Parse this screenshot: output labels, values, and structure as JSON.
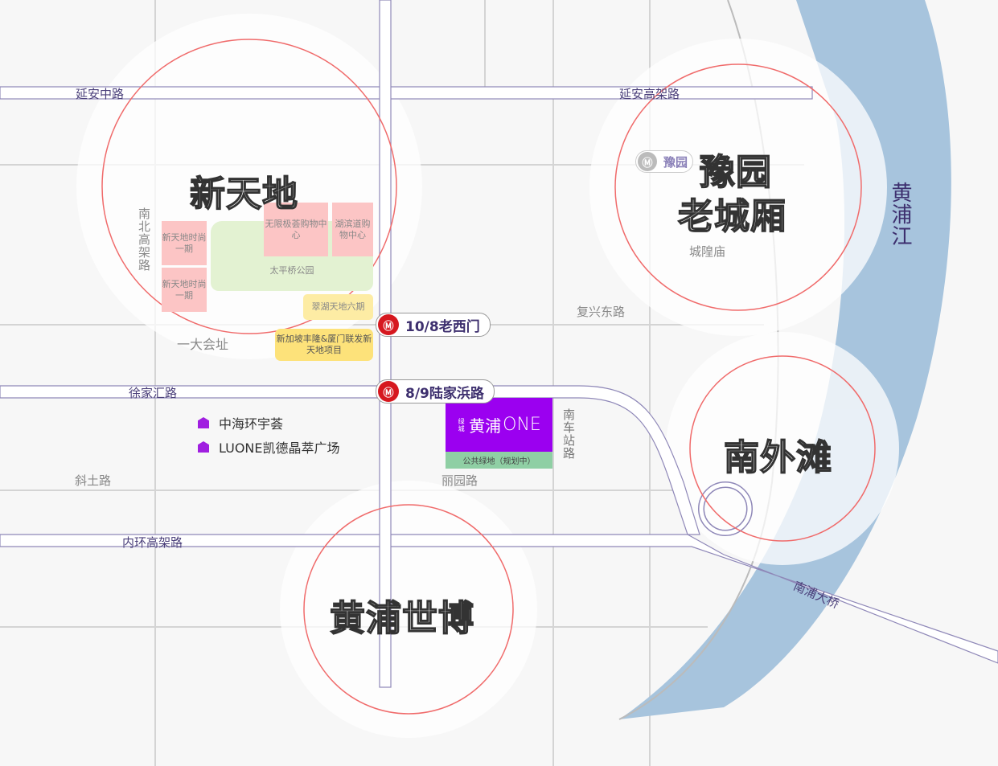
{
  "roads": {
    "yanan_middle": "延安中路",
    "yanan_elevated": "延安高架路",
    "xujiahui": "徐家汇路",
    "neihuan": "内环高架路",
    "xietu": "斜土路",
    "liyuan": "丽园路",
    "fuxing_east": "复兴东路",
    "nanbei": "南北高架路",
    "nanchezhan": "南车站路",
    "nanpu_bridge": "南浦大桥",
    "huangpu_river": "黄浦江"
  },
  "areas": {
    "xintiandi": "新天地",
    "yuyuan_line1": "豫园",
    "yuyuan_line2": "老城厢",
    "nanwaitan": "南外滩",
    "huangpu_expo": "黄浦世博"
  },
  "blocks": {
    "fashion1": "新天地时尚一期",
    "fashion2": "新天地时尚一期",
    "wuxianji": "无限极荟购物中心",
    "hubindao": "湖滨道购物中心",
    "taipingqiao": "太平桥公园",
    "cuihu": "翠湖天地六期",
    "xinjiapo": "新加坡丰隆&厦门联发新天地项目"
  },
  "landmarks": {
    "yidahuizhi": "一大会址",
    "chenghuangmiao": "城隍庙"
  },
  "metro": [
    {
      "label": "10/8老西门"
    },
    {
      "label": "8/9陆家浜路"
    },
    {
      "label": "豫园"
    }
  ],
  "pois": [
    "中海环宇荟",
    "LUONE凯德晶萃广场"
  ],
  "project": {
    "brand": "绿城",
    "name": "黄浦",
    "suffix": "ONE",
    "green": "公共绿地（规划中）",
    "color": "#9b00f0"
  },
  "colors": {
    "river": "#a7c4dd",
    "circle": "#f06b6b",
    "road_edge": "#8f88b8"
  }
}
